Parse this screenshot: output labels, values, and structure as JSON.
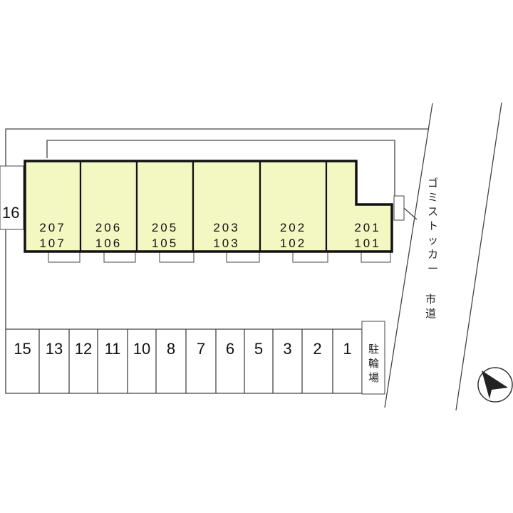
{
  "building": {
    "units": [
      {
        "upper": "207",
        "lower": "107"
      },
      {
        "upper": "206",
        "lower": "106"
      },
      {
        "upper": "205",
        "lower": "105"
      },
      {
        "upper": "203",
        "lower": "103"
      },
      {
        "upper": "202",
        "lower": "102"
      },
      {
        "upper": "201",
        "lower": "101"
      }
    ],
    "fill_color": "#f3f7c2"
  },
  "parking": {
    "spaces": [
      "15",
      "13",
      "12",
      "11",
      "10",
      "8",
      "7",
      "6",
      "5",
      "3",
      "2",
      "1"
    ],
    "side_space": "16"
  },
  "labels": {
    "bicycle_parking": [
      "駐",
      "輪",
      "場"
    ],
    "garbage_stocker": [
      "ゴ",
      "ミ",
      "ス",
      "ト",
      "ッ",
      "カ",
      "ー"
    ],
    "city_road": [
      "市",
      "道"
    ]
  },
  "compass": {
    "icon": "north-arrow-icon"
  }
}
